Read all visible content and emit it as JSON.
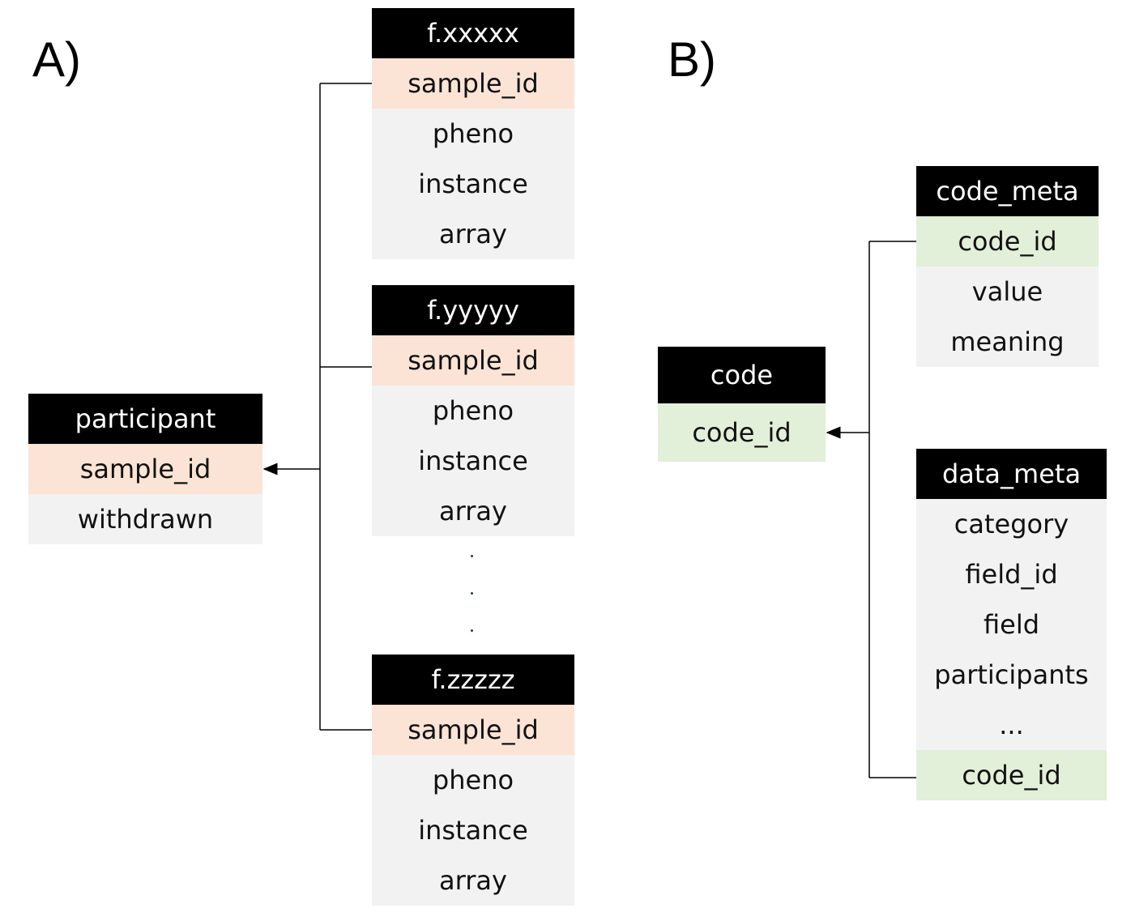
{
  "panels": {
    "a": "A)",
    "b": "B)"
  },
  "tables": {
    "participant": {
      "title": "participant",
      "rows": [
        "sample_id",
        "withdrawn"
      ]
    },
    "fx": {
      "title": "f.xxxxx",
      "rows": [
        "sample_id",
        "pheno",
        "instance",
        "array"
      ]
    },
    "fy": {
      "title": "f.yyyyy",
      "rows": [
        "sample_id",
        "pheno",
        "instance",
        "array"
      ]
    },
    "fz": {
      "title": "f.zzzzz",
      "rows": [
        "sample_id",
        "pheno",
        "instance",
        "array"
      ]
    },
    "code": {
      "title": "code",
      "rows": [
        "code_id"
      ]
    },
    "code_meta": {
      "title": "code_meta",
      "rows": [
        "code_id",
        "value",
        "meaning"
      ]
    },
    "data_meta": {
      "title": "data_meta",
      "rows": [
        "category",
        "field_id",
        "field",
        "participants",
        "...",
        "code_id"
      ]
    }
  },
  "colors": {
    "header": "#000000",
    "key_orange": "#fbe4d5",
    "key_green": "#e2efd9",
    "row": "#f2f2f2"
  }
}
